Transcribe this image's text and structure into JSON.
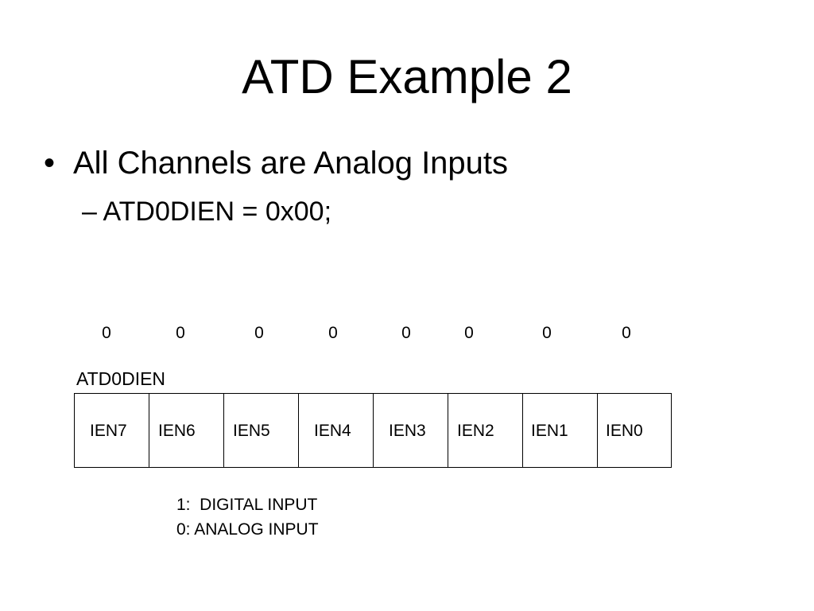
{
  "slide": {
    "title": "ATD Example 2",
    "bullet": "All Channels are Analog Inputs",
    "bullet_marker": "•",
    "sub_bullet": "– ATD0DIEN = 0x00;"
  },
  "register": {
    "label": "ATD0DIEN",
    "bit_values": [
      "0",
      "0",
      "0",
      "0",
      "0",
      "0",
      "0",
      "0"
    ],
    "bit_names": [
      "IEN7",
      "IEN6",
      "IEN5",
      "IEN4",
      "IEN3",
      "IEN2",
      "IEN1",
      "IEN0"
    ]
  },
  "legend": {
    "line1": "1:  DIGITAL INPUT",
    "line2": "0: ANALOG INPUT"
  }
}
